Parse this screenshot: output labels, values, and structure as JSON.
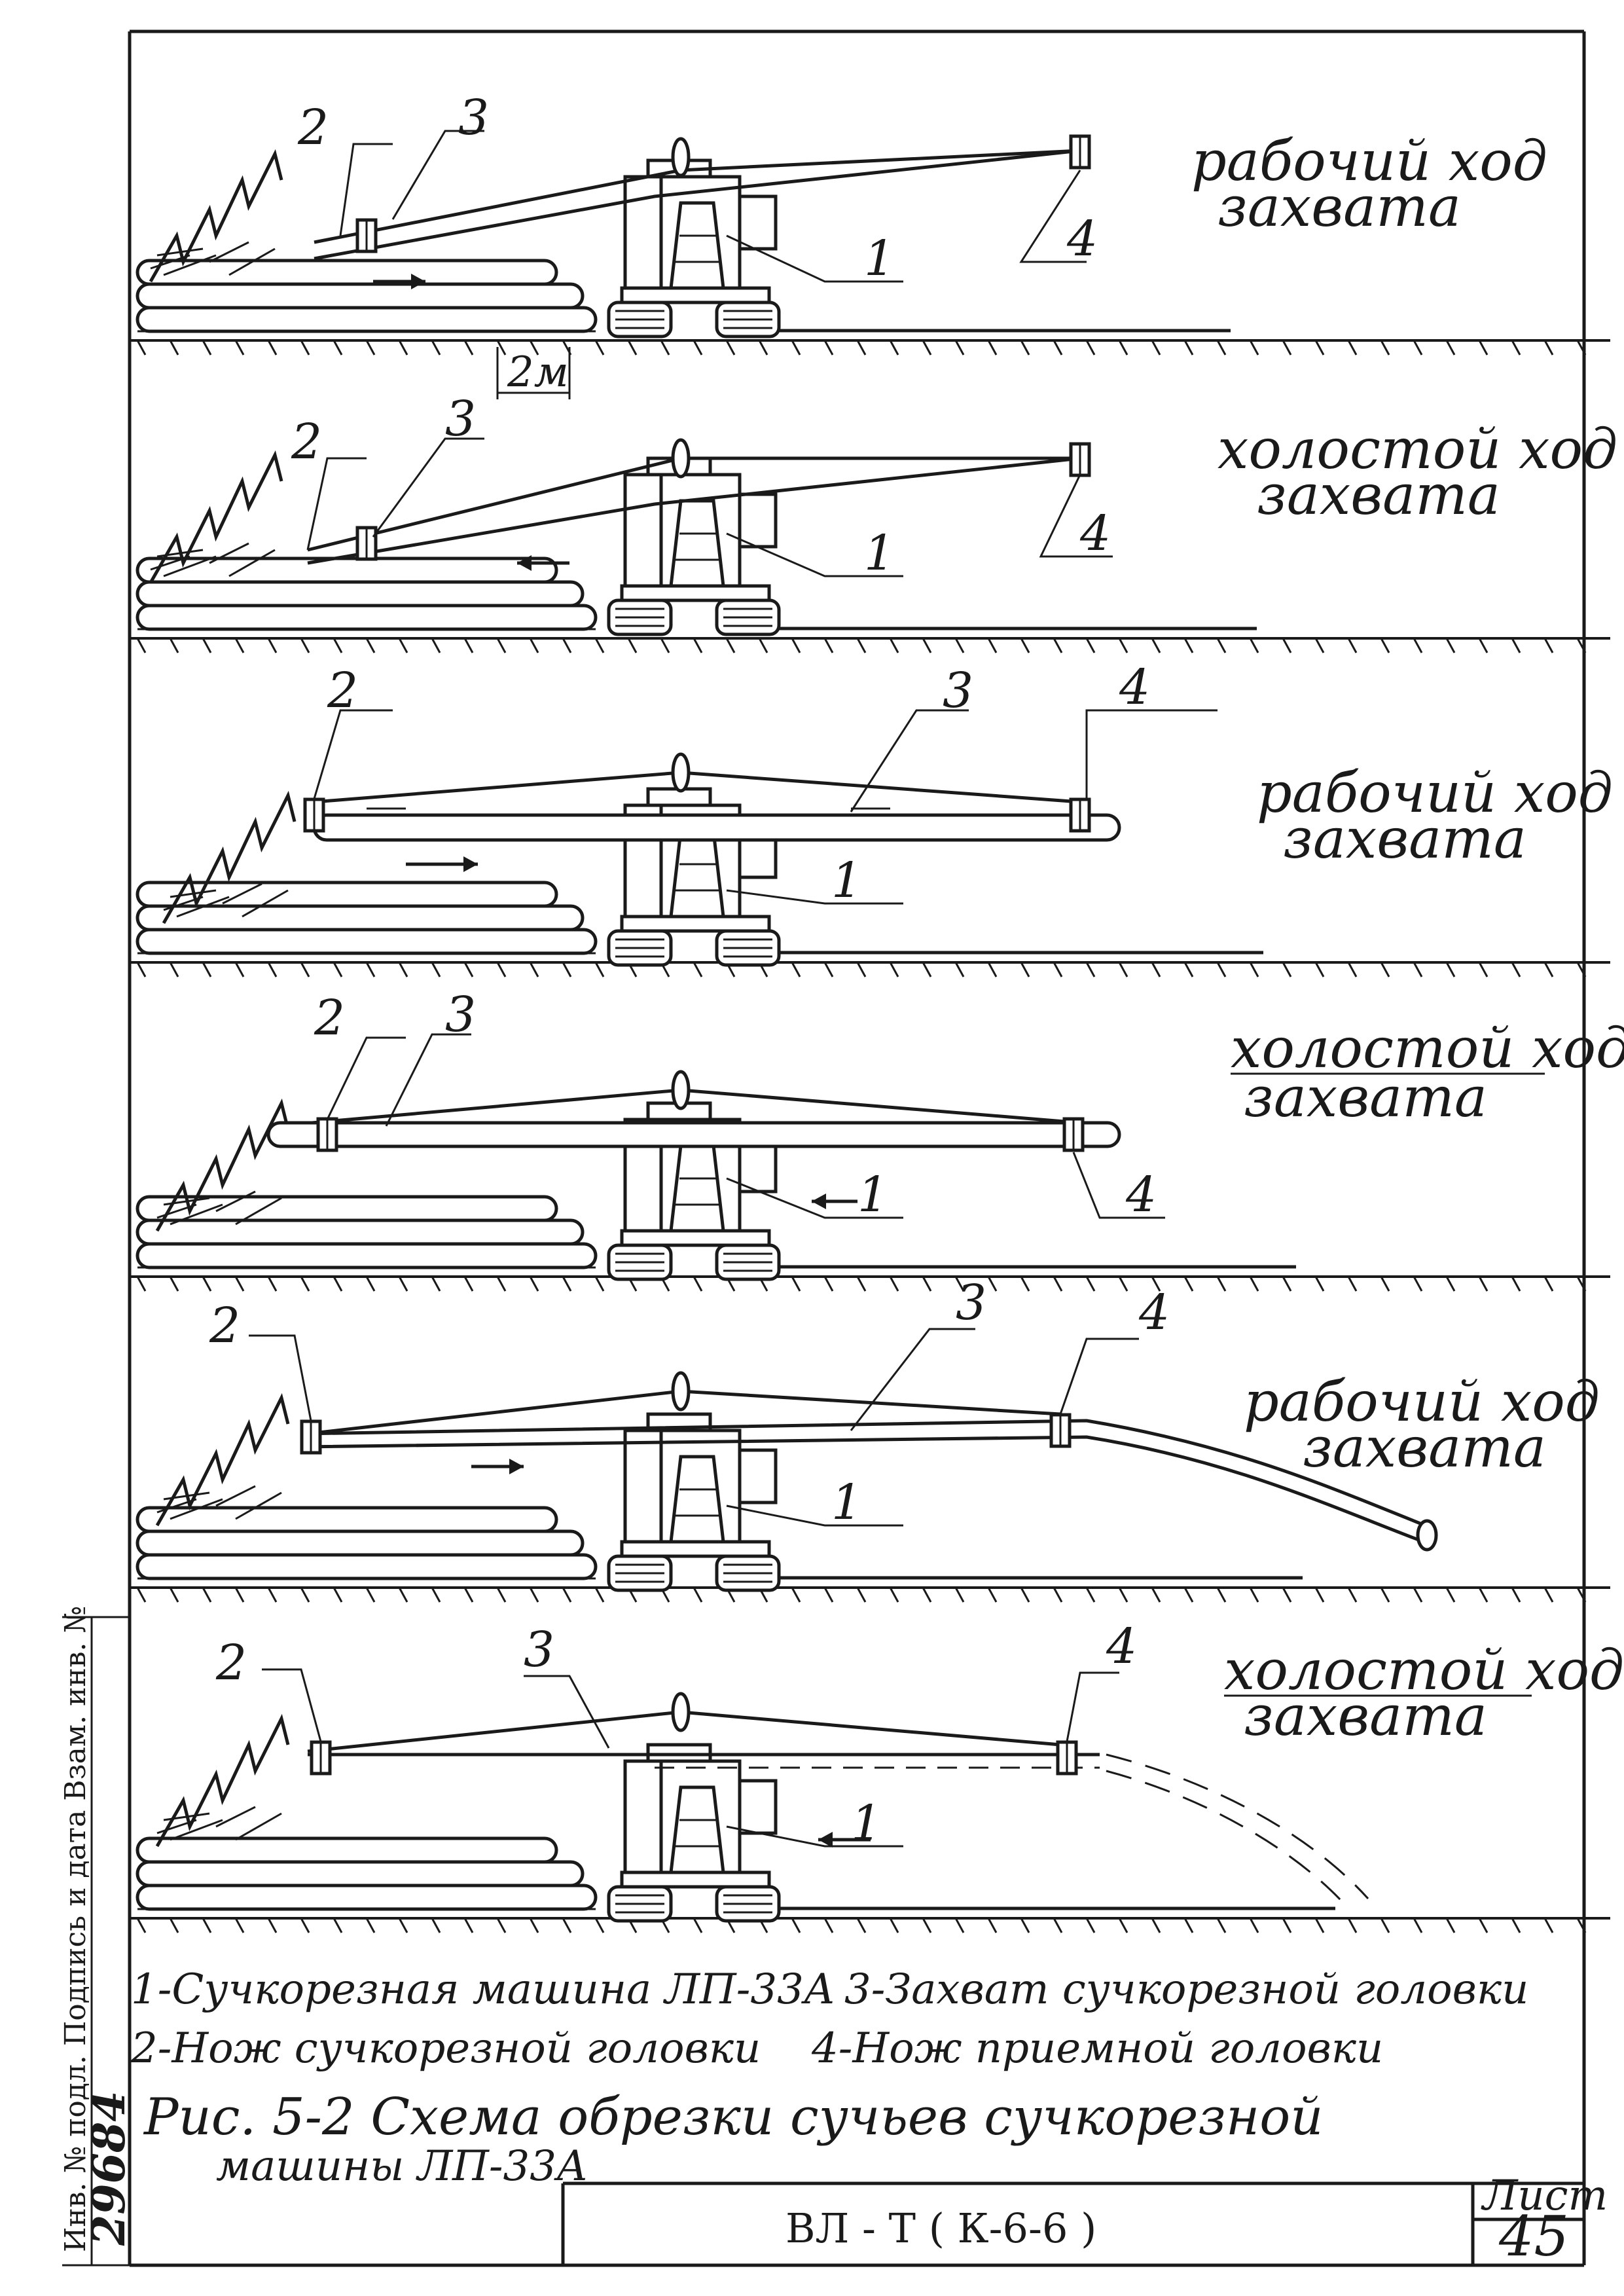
{
  "panels": [
    {
      "caption_line1": "рабочий ход",
      "caption_line2": "захвата",
      "labels": {
        "m1": "1",
        "m2": "2",
        "m3": "3",
        "m4": "4"
      },
      "dimension": "2м"
    },
    {
      "caption_line1": "холостой ход",
      "caption_line2": "захвата",
      "labels": {
        "m1": "1",
        "m2": "2",
        "m3": "3",
        "m4": "4"
      }
    },
    {
      "caption_line1": "рабочий ход",
      "caption_line2": "захвата",
      "labels": {
        "m1": "1",
        "m2": "2",
        "m3": "3",
        "m4": "4"
      }
    },
    {
      "caption_line1": "холостой ход",
      "caption_line2": "захвата",
      "labels": {
        "m1": "1",
        "m2": "2",
        "m3": "3",
        "m4": "4"
      }
    },
    {
      "caption_line1": "рабочий ход",
      "caption_line2": "захвата",
      "labels": {
        "m1": "1",
        "m2": "2",
        "m3": "3",
        "m4": "4"
      }
    },
    {
      "caption_line1": "холостой ход",
      "caption_line2": "захвата",
      "labels": {
        "m1": "1",
        "m2": "2",
        "m3": "3",
        "m4": "4"
      }
    }
  ],
  "legend": {
    "item1": "1-Сучкорезная машина ЛП-33А",
    "item3": "3-Захват сучкорезной головки",
    "item2": "2-Нож сучкорезной головки",
    "item4": "4-Нож приемной головки"
  },
  "figure_caption_line1": "Рис. 5-2 Схема обрезки сучьев сучкорезной",
  "figure_caption_line2": "машины ЛП-33А",
  "title_block": {
    "code": "ВЛ - Т ( К-6-6 )",
    "sheet_label": "Лист",
    "sheet_number": "45"
  },
  "margin_stamp": {
    "inventory_number": "29684",
    "vertical_text": "Инв. № подл.   Подпись и дата   Взам. инв. №"
  }
}
